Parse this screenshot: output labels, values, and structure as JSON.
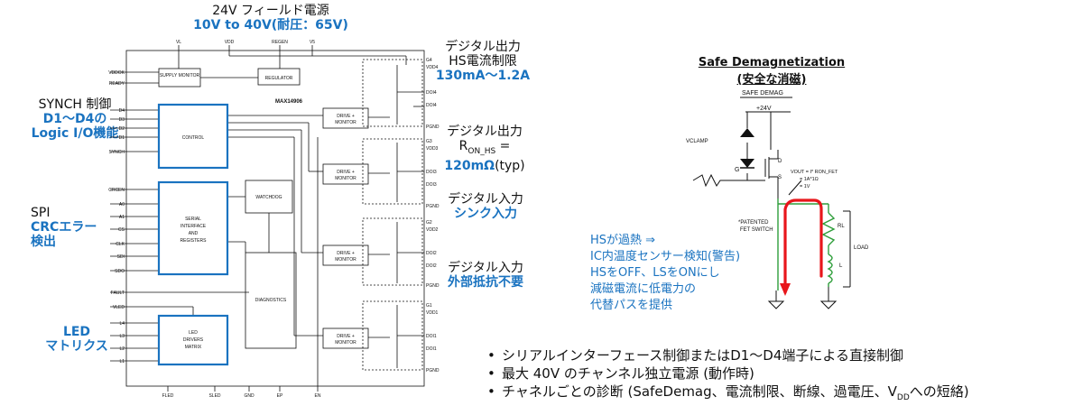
{
  "top_annotation": {
    "line1": "24V フィールド電源",
    "line2": "10V to 40V(耐圧：65V)"
  },
  "left_annotations": {
    "synch": {
      "line1": "SYNCH 制御",
      "line2": "D1～D4の",
      "line3": "Logic I/O機能"
    },
    "spi": {
      "line1": "SPI",
      "line2": "CRCエラー",
      "line3": "検出"
    },
    "led": {
      "line1": "LED",
      "line2": "マトリクス"
    }
  },
  "right_annotations": {
    "digital_out_hs": {
      "line1": "デジタル出力",
      "line2": "HS電流制限",
      "line3": "130mA～1.2A"
    },
    "digital_out_ron": {
      "line1": "デジタル出力",
      "ron_r": "R",
      "ron_sub": "ON_HS",
      "ron_eq": " =",
      "value": "120mΩ",
      "value_suffix": "(typ)"
    },
    "digital_in_sink": {
      "line1": "デジタル入力",
      "line2": "シンク入力"
    },
    "digital_in_ext": {
      "line1": "デジタル入力",
      "line2": "外部抵抗不要"
    }
  },
  "block_diagram": {
    "chip_name": "MAX14906",
    "blocks": {
      "supply_monitor": "SUPPLY MONITOR",
      "regulator": "REGULATOR",
      "control": "CONTROL",
      "serial": [
        "SERIAL",
        "INTERFACE",
        "AND",
        "REGISTERS"
      ],
      "watchdog": "WATCHDOG",
      "diagnostics": "DIAGNOSTICS",
      "led_drivers": [
        "LED",
        "DRIVERS",
        "MATRIX"
      ],
      "drive_monitor": [
        "DRIVE +",
        "MONITOR"
      ]
    },
    "top_pins": [
      "VL",
      "VDD",
      "REGEN",
      "V5"
    ],
    "left_pins": [
      "VDDOK",
      "READY",
      "D4",
      "D3",
      "D2",
      "D1",
      "SYNCH",
      "CRCEN",
      "A0",
      "A1",
      "CS",
      "CLK",
      "SDI",
      "SDO",
      "FAULT",
      "VLED",
      "L4",
      "L3",
      "L2",
      "L1"
    ],
    "bottom_pins": [
      "FLED",
      "SLED",
      "GND",
      "EP",
      "EN"
    ],
    "channels": [
      {
        "g": "G4",
        "vdd": "VDD4",
        "doi": "DOI4",
        "doi2": "DOI4",
        "pgnd": "PGND"
      },
      {
        "g": "G3",
        "vdd": "VDD3",
        "doi": "DOI3",
        "doi2": "DOI3",
        "pgnd": "PGND"
      },
      {
        "g": "G2",
        "vdd": "VDD2",
        "doi": "DOI2",
        "doi2": "DOI2",
        "pgnd": "PGND"
      },
      {
        "g": "G1",
        "vdd": "VDD1",
        "doi": "DOI1",
        "doi2": "DOI1",
        "pgnd": "PGND"
      }
    ]
  },
  "safe_demag": {
    "title": "Safe Demagnetization",
    "subtitle": "(安全な消磁)",
    "diagram_label": "SAFE DEMAG",
    "supply": "+24V",
    "vclamp": "VCLAMP",
    "g": "G",
    "d": "D",
    "s": "S",
    "vout_eq": [
      "VOUT = I* RON_FET",
      "= 1A*1Ω",
      "= 1V"
    ],
    "patented": [
      "*PATENTED",
      "FET SWITCH"
    ],
    "rl": "RL",
    "l": "L",
    "load": "LOAD",
    "note": [
      "HSが過熱 ⇒",
      "IC内温度センサー検知(警告)",
      "HSをOFF、LSをONにし",
      "減磁電流に低電力の",
      "代替パスを提供"
    ]
  },
  "bullets": {
    "b1": "シリアルインターフェース制御またはD1～D4端子による直接制御",
    "b2": "最大 40V のチャンネル独立電源 (動作時)",
    "b3_pre": "チャネルごとの診断 (SafeDemag、電流制限、断線、過電圧、V",
    "b3_sub": "DD",
    "b3_post": "への短絡)"
  },
  "colors": {
    "accent_blue": "#1a73c0",
    "demag_path": "#e8161b",
    "load_green": "#2e9e3a"
  }
}
